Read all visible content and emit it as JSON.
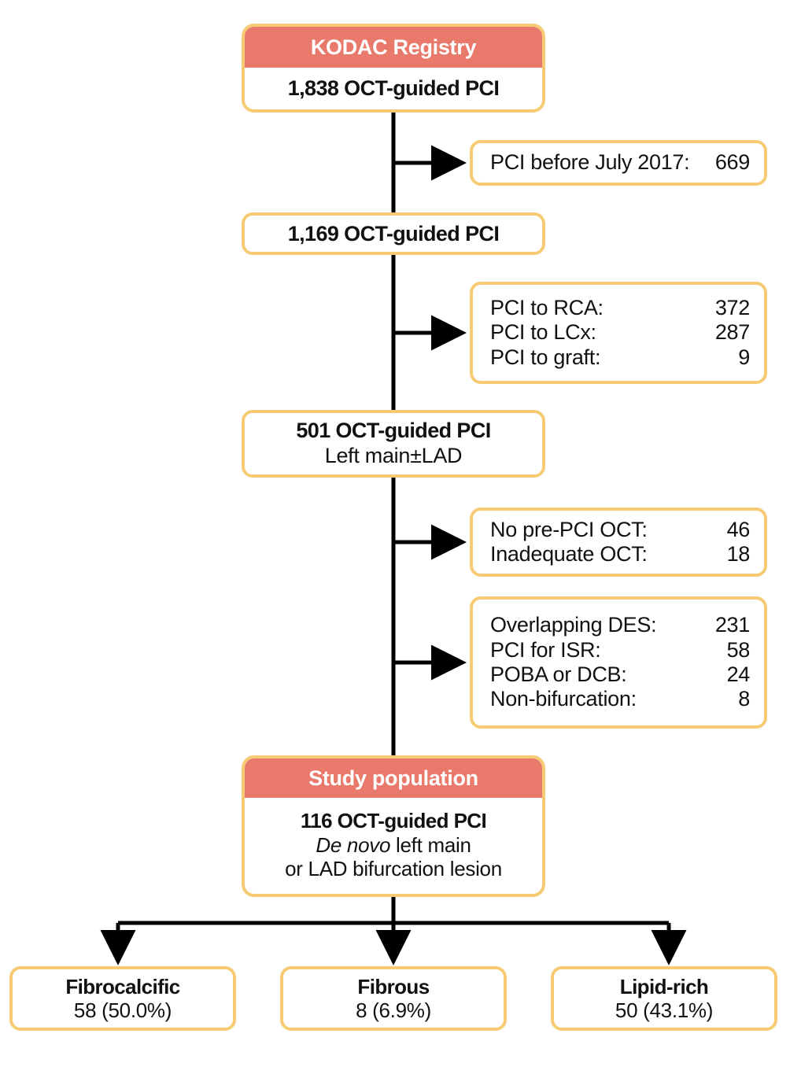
{
  "figure": {
    "type": "flowchart",
    "title": "KODAC Registry OCT-guided PCI study flow",
    "colors": {
      "header_fill": "#E8796B",
      "box_border": "#F7CB74",
      "box_fill": "#FFFFFF",
      "connector": "#000000",
      "header_text": "#FFFFFF",
      "body_text": "#111111"
    }
  },
  "nodes": {
    "kodac": {
      "header": "KODAC Registry",
      "line1": "1,838 OCT-guided PCI"
    },
    "stage2": {
      "line1": "1,169 OCT-guided PCI"
    },
    "stage3": {
      "line1": "501 OCT-guided PCI",
      "line2": "Left main±LAD"
    },
    "study": {
      "header": "Study population",
      "line1": "116 OCT-guided PCI",
      "line2_italic": "De novo",
      "line2_rest": " left main",
      "line3": "or LAD bifurcation lesion"
    }
  },
  "exclusions": [
    {
      "id": "excl-1",
      "rows": [
        {
          "label": "PCI before July 2017:",
          "value": "669"
        }
      ]
    },
    {
      "id": "excl-2",
      "rows": [
        {
          "label": "PCI to RCA:",
          "value": "372"
        },
        {
          "label": "PCI to LCx:",
          "value": "287"
        },
        {
          "label": "PCI to graft:",
          "value": "9"
        }
      ]
    },
    {
      "id": "excl-3",
      "rows": [
        {
          "label": "No pre-PCI OCT:",
          "value": "46"
        },
        {
          "label": "Inadequate OCT:",
          "value": "18"
        }
      ]
    },
    {
      "id": "excl-4",
      "rows": [
        {
          "label": "Overlapping DES:",
          "value": "231"
        },
        {
          "label": "PCI for ISR:",
          "value": "58"
        },
        {
          "label": "POBA or DCB:",
          "value": "24"
        },
        {
          "label": "Non-bifurcation:",
          "value": "8"
        }
      ]
    }
  ],
  "results": [
    {
      "id": "fibrocalcific",
      "label": "Fibrocalcific",
      "value": "58 (50.0%)"
    },
    {
      "id": "fibrous",
      "label": "Fibrous",
      "value": "8 (6.9%)"
    },
    {
      "id": "lipid-rich",
      "label": "Lipid-rich",
      "value": "50 (43.1%)"
    }
  ]
}
